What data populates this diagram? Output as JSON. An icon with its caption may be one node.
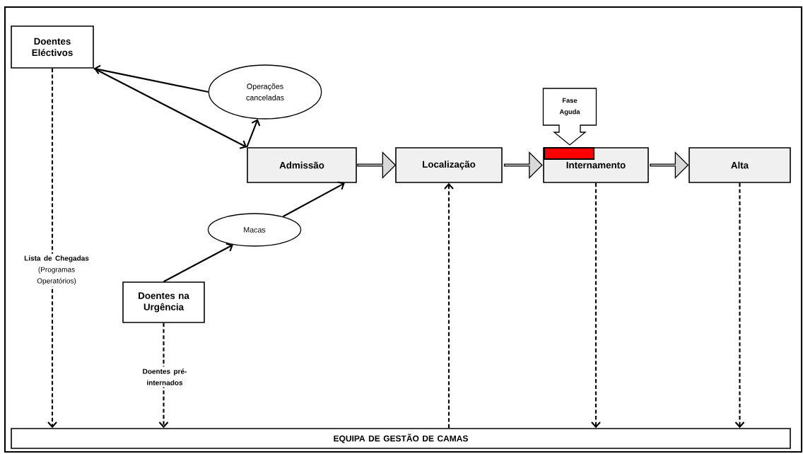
{
  "diagram": {
    "nodes": [
      {
        "text": [
          "Doentes Eléctivos"
        ]
      },
      {
        "text": [
          "Operações canceladas"
        ]
      },
      {
        "text": [
          "Fase Aguda"
        ]
      },
      {
        "text": [
          "Admissão"
        ]
      },
      {
        "text": [
          "Localização"
        ]
      },
      {
        "text": [
          "Internamento"
        ]
      },
      {
        "text": [],
        "shape": "bar",
        "in": 5
      },
      {
        "text": [
          "Alta"
        ]
      },
      {
        "text": [
          "Macas"
        ]
      },
      {
        "text": [
          "Doentes na Urgência"
        ]
      },
      {
        "text": [
          "EQUIPA DE GESTÃO DE CAMAS"
        ]
      }
    ],
    "edges": [
      {
        "from": 1,
        "to": 0,
        "arrow": "to"
      },
      {
        "from": 0,
        "to": 3,
        "arrow": "to"
      },
      {
        "from": 3,
        "to": 1,
        "arrow": "to"
      },
      {
        "from": 9,
        "to": 8,
        "arrow": "to"
      },
      {
        "from": 8,
        "to": 3,
        "arrow": "to"
      },
      {
        "from": 3,
        "to": 4,
        "arrow": "to",
        "style": "thick",
        "color": "#d9d9d9"
      },
      {
        "from": 4,
        "to": 5,
        "arrow": "to",
        "style": "thick",
        "color": "#d9d9d9"
      },
      {
        "from": 5,
        "to": 7,
        "arrow": "to",
        "style": "thick",
        "color": "#d9d9d9"
      },
      {
        "from": 0,
        "to": 10,
        "arrow": "to",
        "style": "dashed",
        "label": "**Lista de Chegadas** (Programas Operatórios)"
      },
      {
        "from": 9,
        "to": 10,
        "arrow": "to",
        "style": "dashed",
        "label": "Doentes pré-internados"
      },
      {
        "from": 10,
        "to": 4,
        "arrow": "to",
        "style": "dashed"
      },
      {
        "from": 5,
        "to": 10,
        "arrow": "to",
        "style": "dashed"
      },
      {
        "from": 7,
        "to": 10,
        "arrow": "to",
        "style": "dashed"
      }
    ]
  }
}
